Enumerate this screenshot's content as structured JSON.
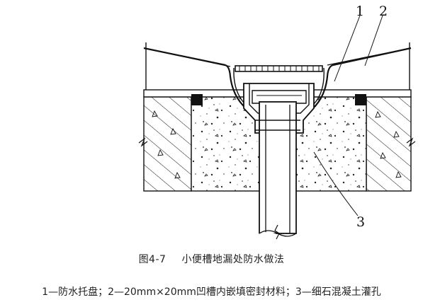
{
  "callouts": [
    "1",
    "2",
    "3"
  ],
  "caption": {
    "figure_number": "图4-7",
    "title": "小便槽地漏处防水做法"
  },
  "legend": "1—防水托盘；2—20mm×20mm凹槽内嵌填密封材料；3—细石混凝土灌孔"
}
